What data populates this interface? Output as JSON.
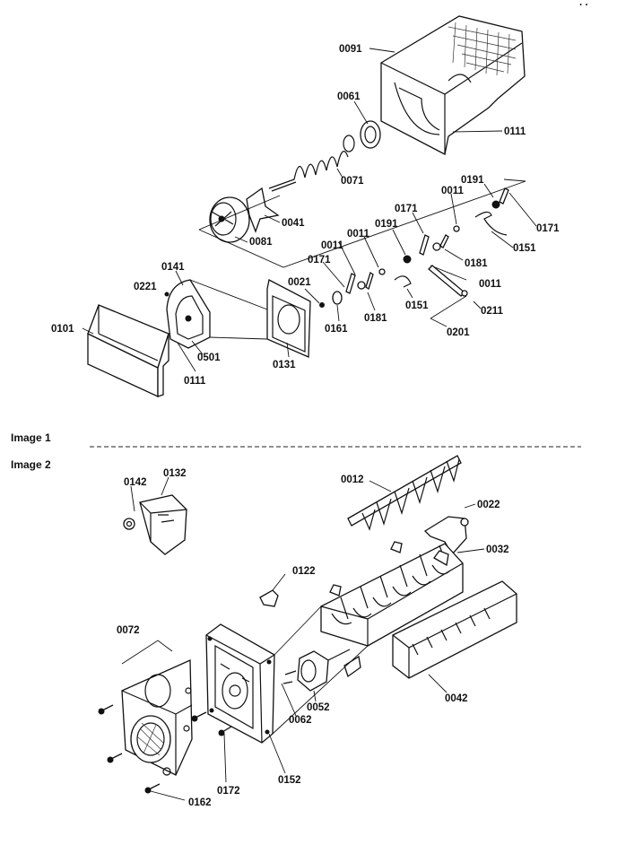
{
  "sections": {
    "image1": "Image 1",
    "image2": "Image 2"
  },
  "corner_mark": ". .",
  "labels": {
    "l0091": "0091",
    "l0061": "0061",
    "l0111a": "0111",
    "l0071": "0071",
    "l0041": "0041",
    "l0081": "0081",
    "l0011a": "0011",
    "l0191a": "0191",
    "l0171a": "0171",
    "l0171b": "0171",
    "l0191b": "0191",
    "l0011b": "0011",
    "l0151a": "0151",
    "l0181a": "0181",
    "l0011c": "0011",
    "l0011d": "0011",
    "l0171c": "0171",
    "l0141": "0141",
    "l0221": "0221",
    "l0021": "0021",
    "l0211": "0211",
    "l0201": "0201",
    "l0151b": "0151",
    "l0181b": "0181",
    "l0161": "0161",
    "l0101": "0101",
    "l0501": "0501",
    "l0111b": "0111",
    "l0131": "0131",
    "l0142": "0142",
    "l0132": "0132",
    "l0012": "0012",
    "l0022": "0022",
    "l0032": "0032",
    "l0122": "0122",
    "l0072": "0072",
    "l0052": "0052",
    "l0062": "0062",
    "l0042": "0042",
    "l0152": "0152",
    "l0172": "0172",
    "l0162": "0162"
  }
}
